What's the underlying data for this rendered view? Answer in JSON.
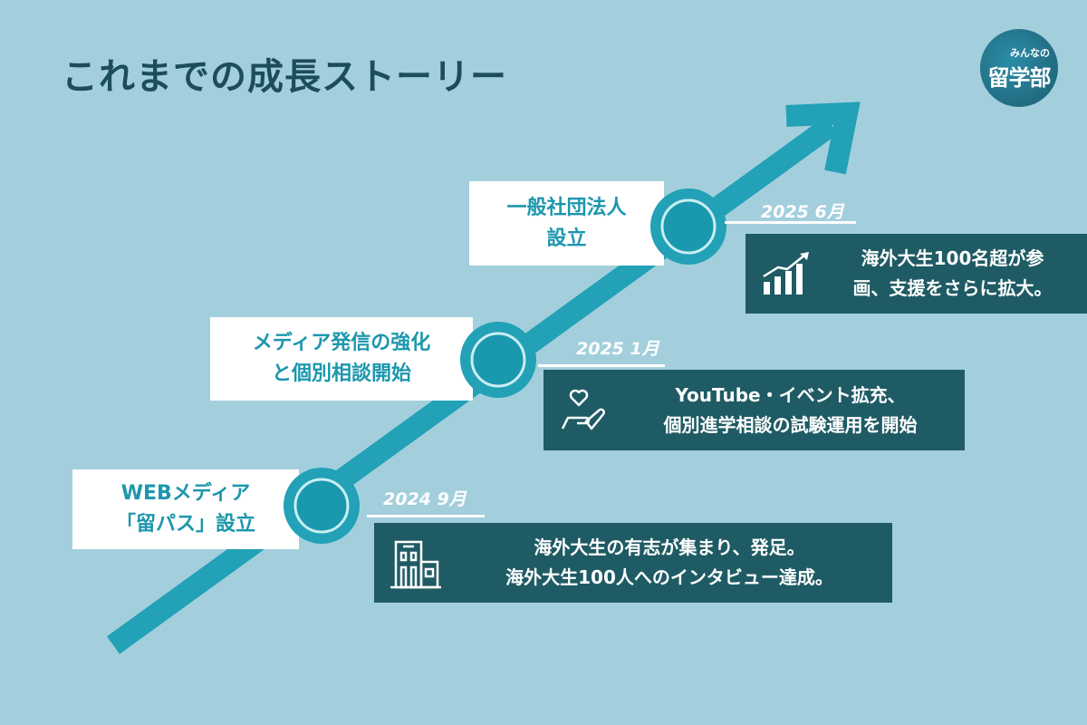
{
  "title": "これまでの成長ストーリー",
  "logo": {
    "small": "みんなの",
    "big": "留学部"
  },
  "colors": {
    "background": "#a3cfdd",
    "arrow": "#22a1b7",
    "box": "#1f5b64",
    "title": "#1b4e58"
  },
  "milestones": [
    {
      "label_line1": "WEBメディア",
      "label_line2": "「留パス」設立",
      "date": "2024 9月",
      "icon": "building-icon",
      "desc_line1": "海外大生の有志が集まり、発足。",
      "desc_line2": "海外大生100人へのインタビュー達成。"
    },
    {
      "label_line1": "メディア発信の強化",
      "label_line2": "と個別相談開始",
      "date": "2025 1月",
      "icon": "heart-hand-icon",
      "desc_line1": "YouTube・イベント拡充、",
      "desc_line2": "個別進学相談の試験運用を開始"
    },
    {
      "label_line1": "一般社団法人",
      "label_line2": "設立",
      "date": "2025 6月",
      "icon": "growth-chart-icon",
      "desc_line1": "海外大生100名超が参",
      "desc_line2": "画、支援をさらに拡大。"
    }
  ]
}
